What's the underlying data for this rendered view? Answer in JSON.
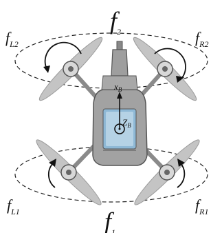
{
  "labels": {
    "f2": {
      "main": "f",
      "sub": "2"
    },
    "f1": {
      "main": "f",
      "sub": "1"
    },
    "fL2": {
      "main": "f",
      "sub": "L2"
    },
    "fR2": {
      "main": "f",
      "sub": "R2"
    },
    "fL1": {
      "main": "f",
      "sub": "L1"
    },
    "fR1": {
      "main": "f",
      "sub": "R1"
    },
    "xB": {
      "main": "x",
      "sub": "B"
    },
    "zB": {
      "main": "Z",
      "sub": "B"
    }
  },
  "rotation": {
    "fL2": "counter-clockwise",
    "fR2": "clockwise",
    "fL1": "clockwise",
    "fR1": "counter-clockwise"
  },
  "colors": {
    "line": "#111111",
    "blade": "#bdbdbd",
    "body": "#9a9a9a",
    "screen": "#8fb9d6"
  }
}
